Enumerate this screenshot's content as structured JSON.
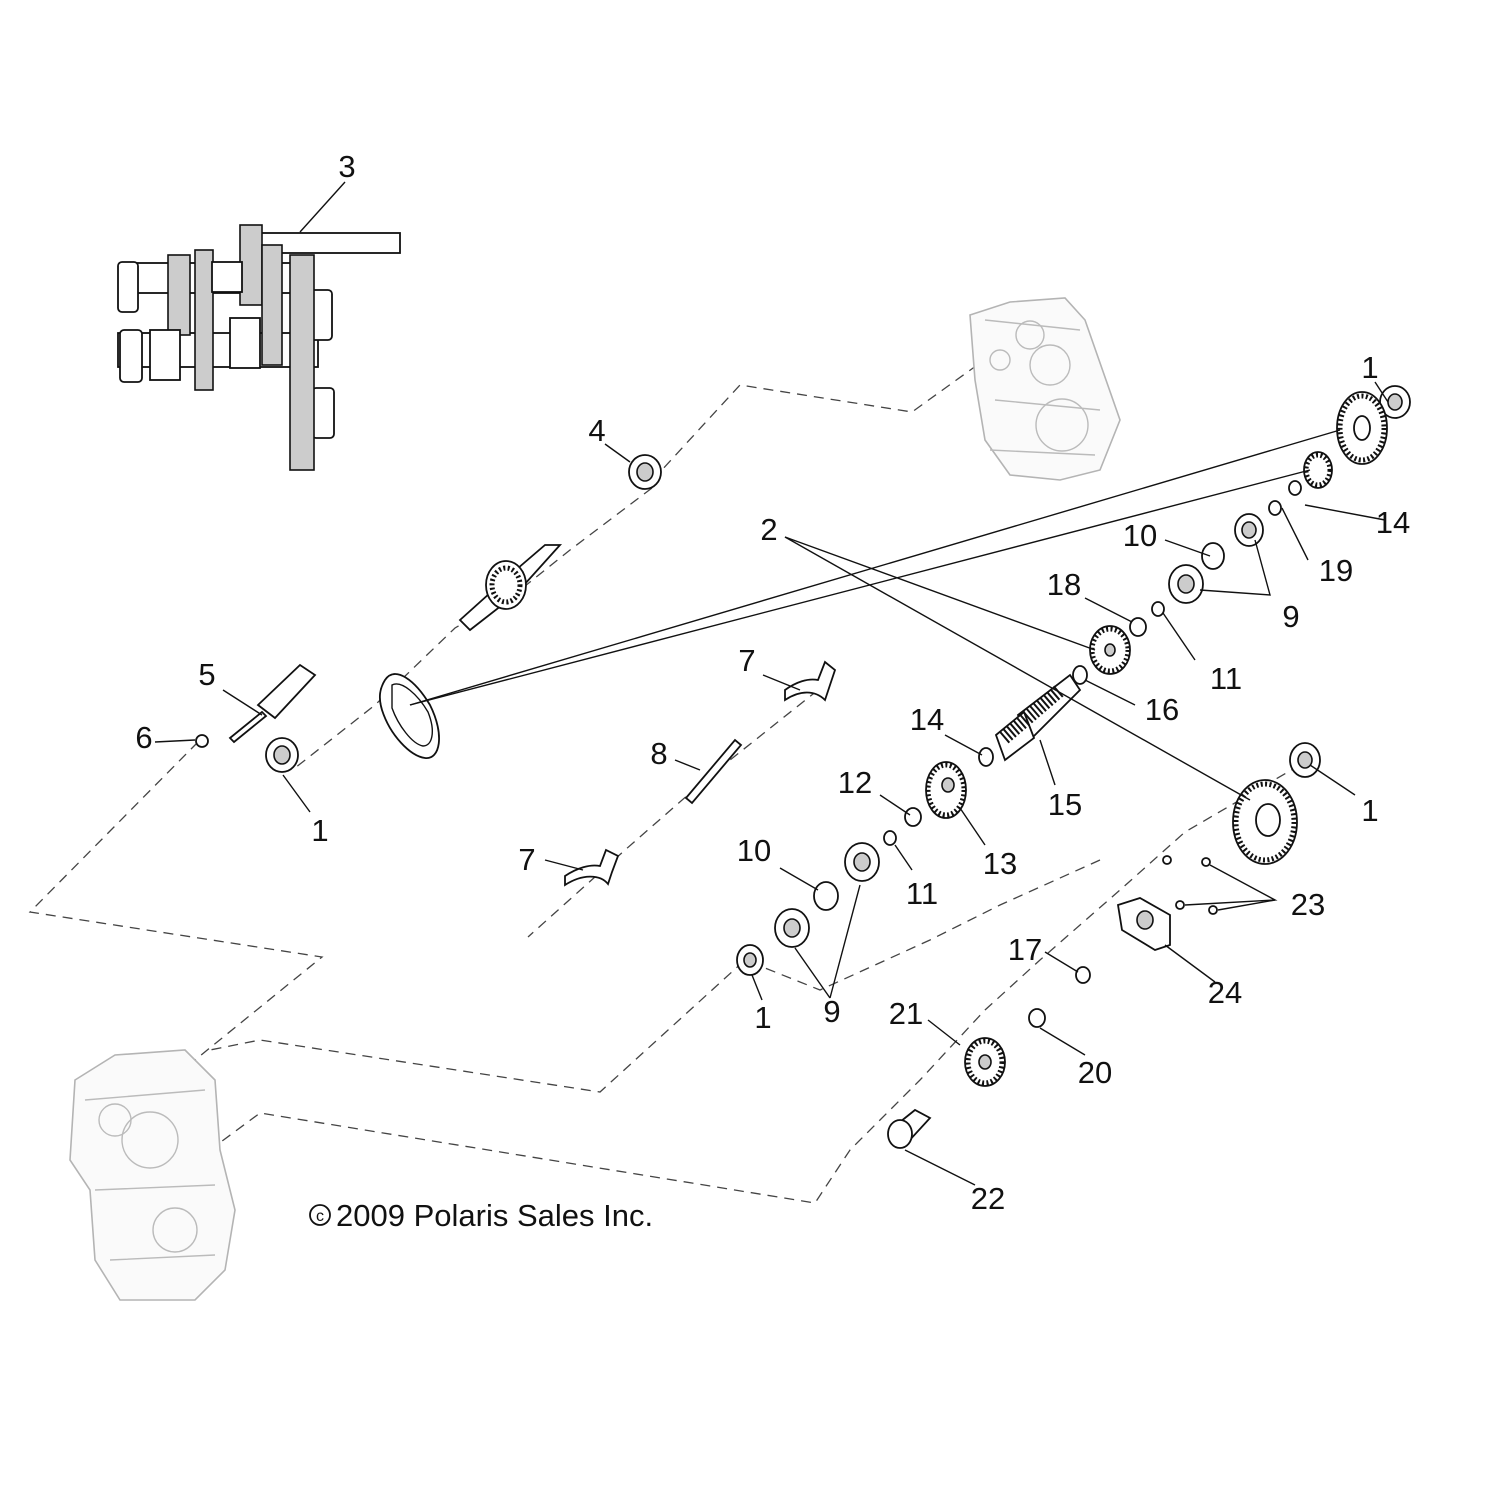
{
  "copyright": "2009 Polaris Sales Inc.",
  "copyright_symbol": "c",
  "callouts": [
    {
      "id": "callout-3",
      "text": "3"
    },
    {
      "id": "callout-4",
      "text": "4"
    },
    {
      "id": "callout-1-top-right",
      "text": "1"
    },
    {
      "id": "callout-2",
      "text": "2"
    },
    {
      "id": "callout-10-upper",
      "text": "10"
    },
    {
      "id": "callout-14-upper",
      "text": "14"
    },
    {
      "id": "callout-18",
      "text": "18"
    },
    {
      "id": "callout-19",
      "text": "19"
    },
    {
      "id": "callout-9-upper",
      "text": "9"
    },
    {
      "id": "callout-11-upper",
      "text": "11"
    },
    {
      "id": "callout-16",
      "text": "16"
    },
    {
      "id": "callout-5",
      "text": "5"
    },
    {
      "id": "callout-6",
      "text": "6"
    },
    {
      "id": "callout-1-left",
      "text": "1"
    },
    {
      "id": "callout-7-upper",
      "text": "7"
    },
    {
      "id": "callout-8",
      "text": "8"
    },
    {
      "id": "callout-14-lower",
      "text": "14"
    },
    {
      "id": "callout-15",
      "text": "15"
    },
    {
      "id": "callout-12",
      "text": "12"
    },
    {
      "id": "callout-13",
      "text": "13"
    },
    {
      "id": "callout-1-right",
      "text": "1"
    },
    {
      "id": "callout-10-lower",
      "text": "10"
    },
    {
      "id": "callout-11-lower",
      "text": "11"
    },
    {
      "id": "callout-7-lower",
      "text": "7"
    },
    {
      "id": "callout-23",
      "text": "23"
    },
    {
      "id": "callout-17",
      "text": "17"
    },
    {
      "id": "callout-24",
      "text": "24"
    },
    {
      "id": "callout-1-bottom",
      "text": "1"
    },
    {
      "id": "callout-9-lower",
      "text": "9"
    },
    {
      "id": "callout-21",
      "text": "21"
    },
    {
      "id": "callout-20",
      "text": "20"
    },
    {
      "id": "callout-22",
      "text": "22"
    }
  ]
}
